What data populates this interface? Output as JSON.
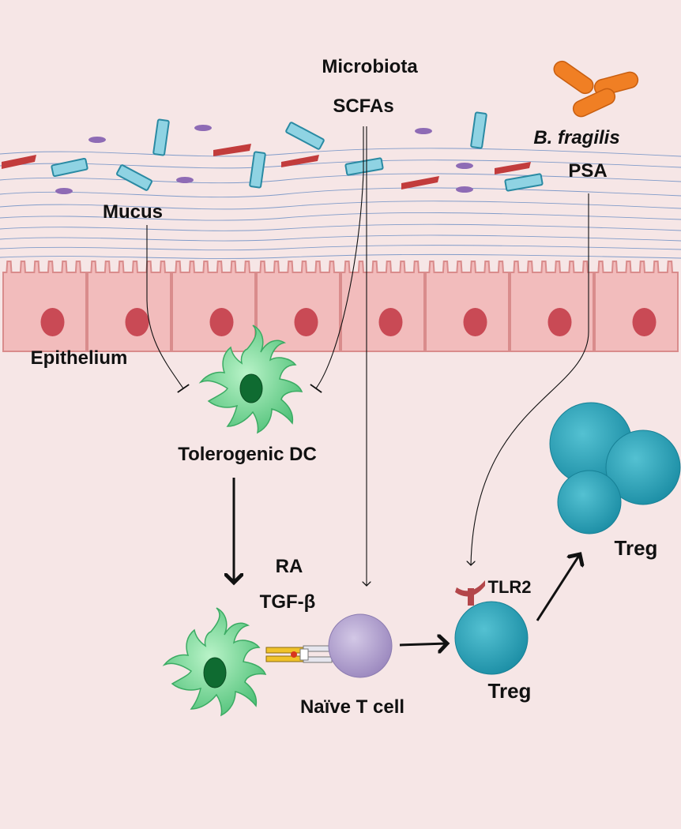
{
  "labels": {
    "microbiota": "Microbiota",
    "scfas": "SCFAs",
    "bfragilis": "B. fragilis",
    "psa": "PSA",
    "mucus": "Mucus",
    "epithelium": "Epithelium",
    "tolerogenic_dc": "Tolerogenic DC",
    "ra": "RA",
    "tgf_beta": "TGF-β",
    "naive_t_cell": "Naïve T cell",
    "tlr2": "TLR2",
    "treg_single": "Treg",
    "treg_cluster": "Treg"
  },
  "colors": {
    "background": "#f6e6e6",
    "epithelium_fill": "#f2bcbc",
    "epithelium_stroke": "#d98c8c",
    "nucleus": "#c94a55",
    "mucus_lines": "#6d8fc4",
    "bacteria_rod": "#4aa8c0",
    "bacteria_red": "#c23c3c",
    "bacteria_purple": "#8e6bb5",
    "b_fragilis": "#f07f24",
    "dc_fill": "#7ed99a",
    "dc_nucleus": "#0f6b31",
    "naive_t": "#b6a5cf",
    "treg": "#2aa3b8",
    "tlr2": "#b3464a"
  }
}
